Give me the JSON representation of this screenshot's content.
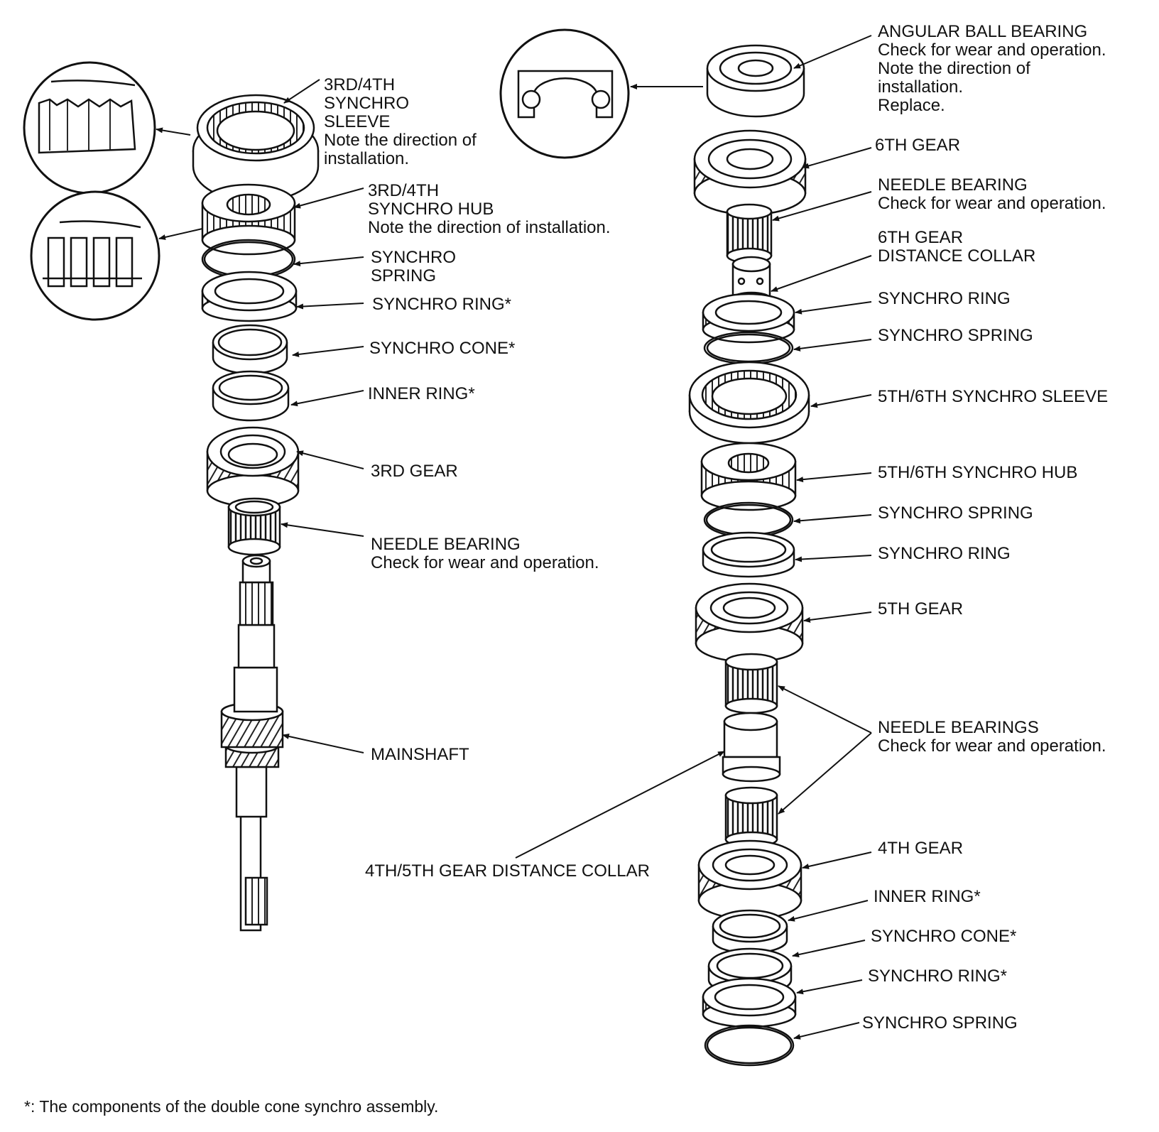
{
  "labels": {
    "sleeve34": [
      "3RD/4TH",
      "SYNCHRO",
      "SLEEVE",
      "Note the direction of",
      "installation."
    ],
    "hub34": [
      "3RD/4TH",
      "SYNCHRO HUB",
      "Note the direction of installation."
    ],
    "spring_l": [
      "SYNCHRO",
      "SPRING"
    ],
    "ring_l": [
      "SYNCHRO RING*"
    ],
    "cone_l": [
      "SYNCHRO CONE*"
    ],
    "inner_l": [
      "INNER RING*"
    ],
    "gear3": [
      "3RD GEAR"
    ],
    "needle_l": [
      "NEEDLE BEARING",
      "Check for wear and operation."
    ],
    "mainshaft": [
      "MAINSHAFT"
    ],
    "collar45": [
      "4TH/5TH GEAR DISTANCE COLLAR"
    ],
    "ballbearing": [
      "ANGULAR BALL BEARING",
      "Check for wear and operation.",
      "Note the direction of",
      "installation.",
      "Replace."
    ],
    "gear6": [
      "6TH GEAR"
    ],
    "needle6": [
      "NEEDLE BEARING",
      "Check for wear and operation."
    ],
    "collar6": [
      "6TH GEAR",
      "DISTANCE COLLAR"
    ],
    "ring6": [
      "SYNCHRO RING"
    ],
    "spring6": [
      "SYNCHRO SPRING"
    ],
    "sleeve56": [
      "5TH/6TH SYNCHRO SLEEVE"
    ],
    "hub56": [
      "5TH/6TH SYNCHRO HUB"
    ],
    "spring5": [
      "SYNCHRO SPRING"
    ],
    "ring5": [
      "SYNCHRO RING"
    ],
    "gear5": [
      "5TH GEAR"
    ],
    "needles": [
      "NEEDLE BEARINGS",
      "Check for wear and operation."
    ],
    "gear4": [
      "4TH GEAR"
    ],
    "inner4": [
      "INNER RING*"
    ],
    "cone4": [
      "SYNCHRO CONE*"
    ],
    "ring4": [
      "SYNCHRO RING*"
    ],
    "spring4": [
      "SYNCHRO SPRING"
    ]
  },
  "footnote": "*: The components of the double cone synchro assembly."
}
